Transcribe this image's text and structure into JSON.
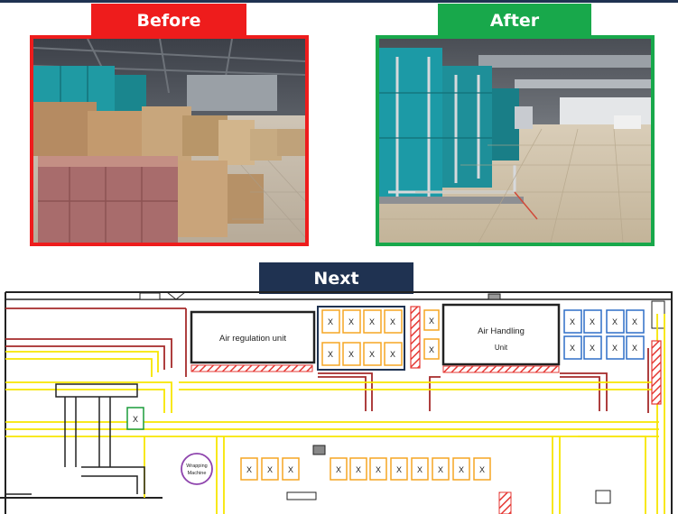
{
  "labels": {
    "before": "Before",
    "after": "After",
    "next": "Next"
  },
  "floorplan": {
    "air_regulation_unit": "Air regulation unit",
    "air_handling_line1": "Air Handling",
    "air_handling_line2": "Unit",
    "wrapping_line1": "Wrapping",
    "wrapping_line2": "Machine",
    "slot_mark": "X"
  },
  "colors": {
    "before_accent": "#ee1c1c",
    "after_accent": "#18a84b",
    "next_accent": "#1f3251",
    "aisle_yellow": "#f7e600",
    "wall_red": "#a52a2a",
    "slot_orange": "#f5a623",
    "slot_blue": "#2f6fc7",
    "hatch_red": "#e53935",
    "machine_purple": "#8e44ad",
    "slot_green": "#1a9c3a"
  },
  "icons": {
    "photo_before": "warehouse-photo-cluttered",
    "photo_after": "warehouse-photo-clear"
  }
}
